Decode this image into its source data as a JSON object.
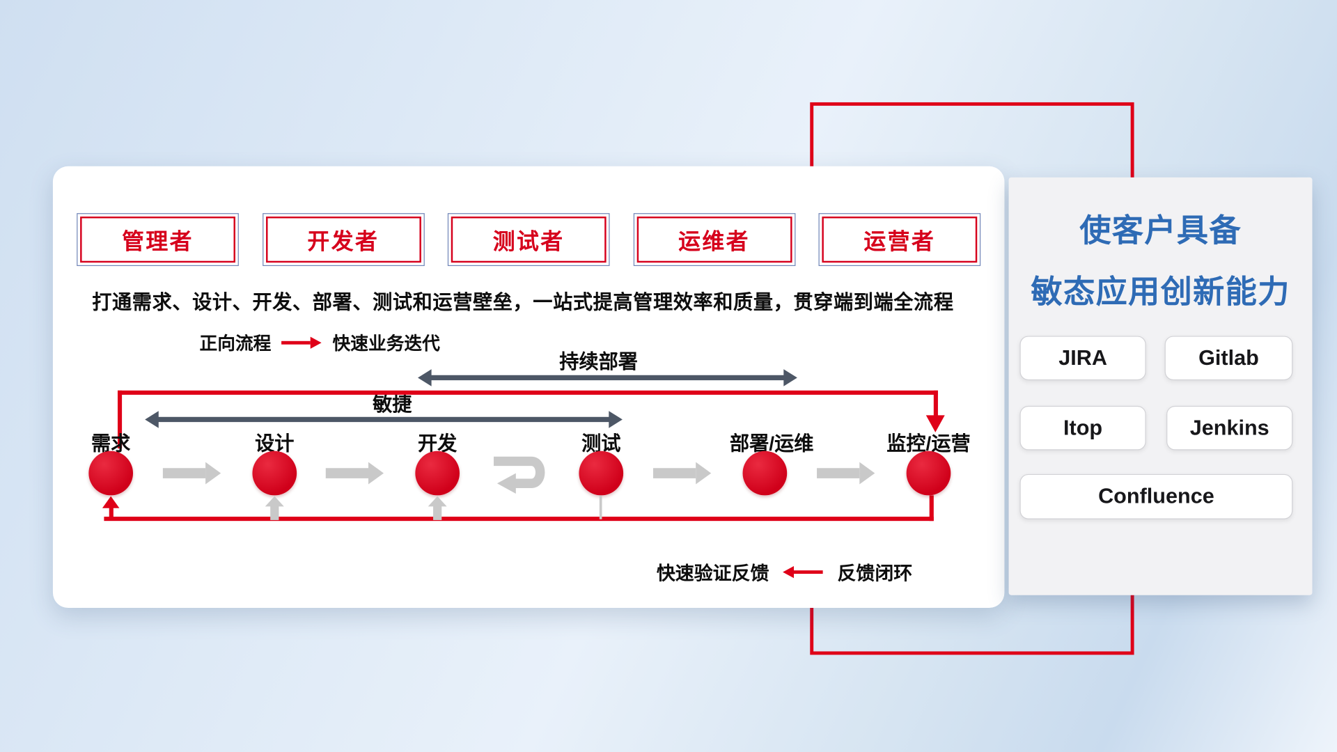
{
  "colors": {
    "accent_red": "#df0018",
    "title_blue": "#2e6bb5",
    "dark_arrow": "#4d5766",
    "flow_gray": "#c9c9c9"
  },
  "main_panel": {
    "roles": [
      "管理者",
      "开发者",
      "测试者",
      "运维者",
      "运营者"
    ],
    "description": "打通需求、设计、开发、部署、测试和运营壁垒，一站式提高管理效率和质量，贯穿端到端全流程",
    "forward_legend": {
      "label": "正向流程",
      "text": "快速业务迭代"
    },
    "span_labels": {
      "continuous_deployment": "持续部署",
      "agile": "敏捷"
    },
    "nodes": [
      "需求",
      "设计",
      "开发",
      "测试",
      "部署/运维",
      "监控/运营"
    ],
    "feedback_legend": {
      "label": "快速验证反馈",
      "text": "反馈闭环"
    }
  },
  "right_panel": {
    "title_line1": "使客户具备",
    "title_line2": "敏态应用创新能力",
    "tools": [
      "JIRA",
      "Gitlab",
      "Itop",
      "Jenkins",
      "Confluence"
    ]
  }
}
